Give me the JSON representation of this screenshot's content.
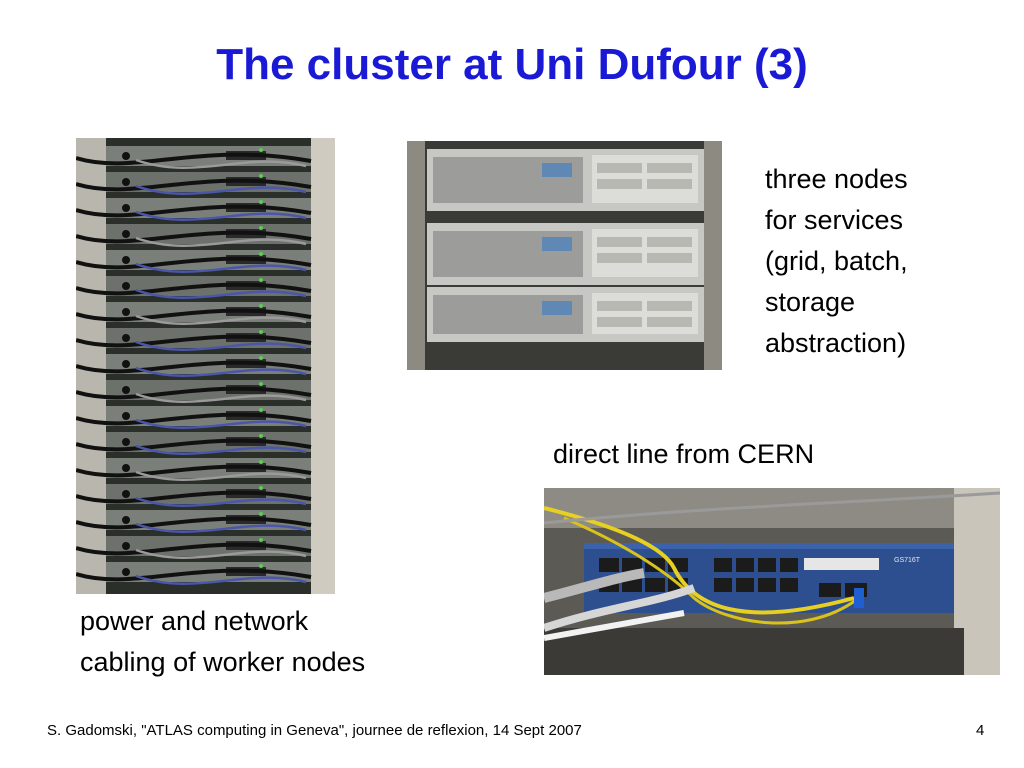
{
  "slide": {
    "title": "The cluster at Uni Dufour (3)",
    "captions": {
      "services": [
        "three nodes",
        "for services",
        "(grid, batch,",
        "storage",
        "abstraction)"
      ],
      "cern_line": "direct line from CERN",
      "worker_nodes": [
        "power and network",
        "cabling of worker nodes"
      ]
    },
    "footer": {
      "credit": "S. Gadomski, \"ATLAS computing in Geneva\", journee de reflexion, 14 Sept 2007",
      "page_number": "4"
    }
  },
  "photos": {
    "worker_rack": {
      "label": "worker nodes rack photo"
    },
    "service_nodes": {
      "label": "three service nodes photo"
    },
    "cern_switch": {
      "label": "network switch with fibre line photo",
      "panel_text": "GS716T"
    }
  },
  "colors": {
    "title": "#1a1ad6",
    "text": "#000000",
    "background": "#ffffff"
  }
}
